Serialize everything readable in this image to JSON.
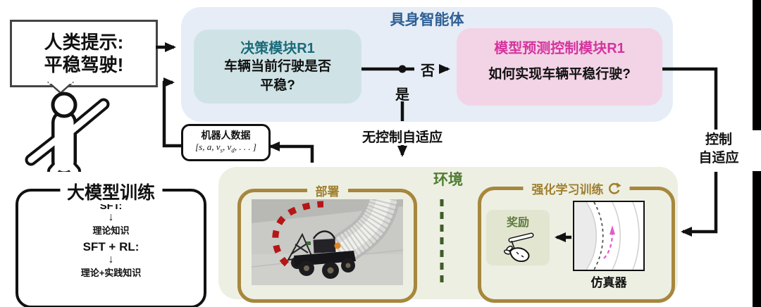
{
  "colors": {
    "agentBox": "#e6edf6",
    "agentTitle": "#2e5f95",
    "decisionBox": "#cfe3e6",
    "decisionTitle": "#1a6b7a",
    "mpcBox": "#f3d4e6",
    "mpcTitle": "#d4349e",
    "envBox": "#edefe2",
    "envTitle": "#507c33",
    "gold": "#a6873c",
    "goldText": "#a07f2e",
    "rewardBox": "#e2e5d0",
    "rewardTitle": "#5c7d3e",
    "divider": "#3e5d28",
    "redDash": "#b51616",
    "magenta": "#e35bc8",
    "arrow": "#111111"
  },
  "human_prompt": {
    "line1": "人类提示:",
    "line2": "平稳驾驶!"
  },
  "agent": {
    "title": "具身智能体",
    "decision": {
      "title": "决策模块R1",
      "question_line1": "车辆当前行驶是否",
      "question_line2": "平稳?"
    },
    "mpc": {
      "title": "模型预测控制模块R1",
      "question": "如何实现车辆平稳行驶?"
    }
  },
  "flow": {
    "no": "否",
    "yes": "是",
    "no_control_adaptation": "无控制自适应",
    "control_adaptation_line1": "控制",
    "control_adaptation_line2": "自适应"
  },
  "robot_data": {
    "title": "机器人数据",
    "math_seg1": "[s, a, v",
    "math_sub1": "s",
    "math_seg2": ", v",
    "math_sub2": "d",
    "math_seg3": ", . . . ]"
  },
  "training": {
    "title": "大模型训练",
    "sft_label": "SFT:",
    "arrow_down": "↓",
    "sft_result": "理论知识",
    "sft_rl_label": "SFT + RL:",
    "sft_rl_result": "理论+实践知识"
  },
  "environment": {
    "title": "环境",
    "deployment": {
      "title": "部署"
    },
    "rl_training": {
      "title": "强化学习训练",
      "reward_label": "奖励",
      "simulator_label": "仿真器"
    }
  }
}
